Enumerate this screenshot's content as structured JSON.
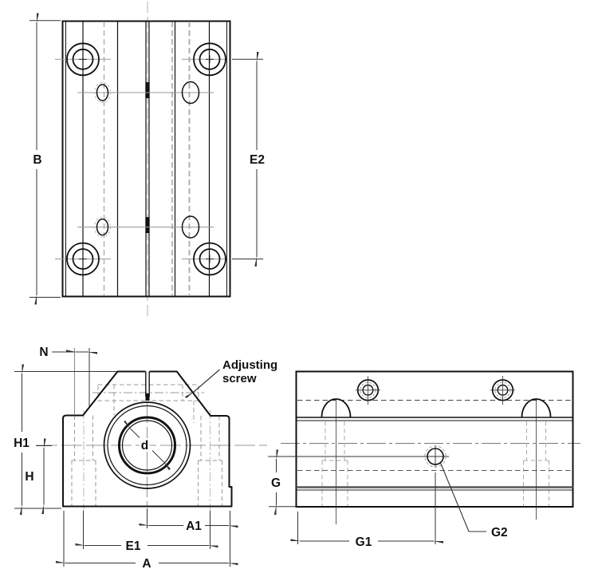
{
  "drawing": {
    "type": "engineering-three-view-drawing",
    "subject": "pillow-block-linear-bearing",
    "views": {
      "top": {
        "dims": {
          "B": "B",
          "E2": "E2"
        }
      },
      "front": {
        "dims": {
          "N": "N",
          "H1": "H1",
          "H": "H",
          "d": "d",
          "A1": "A1",
          "E1": "E1",
          "A": "A"
        },
        "annotation": {
          "line1": "Adjusting",
          "line2": "screw"
        }
      },
      "side": {
        "dims": {
          "G": "G",
          "G1": "G1",
          "G2": "G2"
        }
      }
    },
    "colors": {
      "object_line": "#111111",
      "dimension_line": "#333333",
      "centerline": "#9a9a9a",
      "hidden_line": "#aaaaaa",
      "background": "#ffffff"
    }
  }
}
